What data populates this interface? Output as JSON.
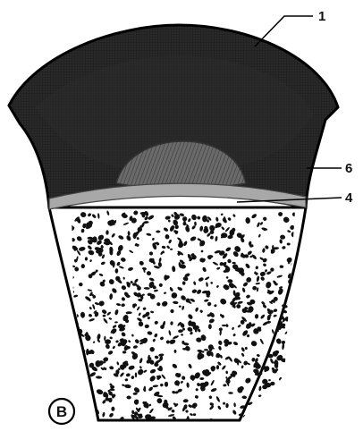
{
  "panel_label": "B",
  "leader_labels": [
    {
      "id": "1",
      "text": "1"
    },
    {
      "id": "6",
      "text": "6"
    },
    {
      "id": "4",
      "text": "4"
    }
  ],
  "colors": {
    "cap_dark": "#1b1b1b",
    "cap_mid": "#333333",
    "nucleus": "#6e6e6e",
    "growth_plate": "#9a9a9a",
    "trabecula": "#111111",
    "line": "#000000"
  }
}
